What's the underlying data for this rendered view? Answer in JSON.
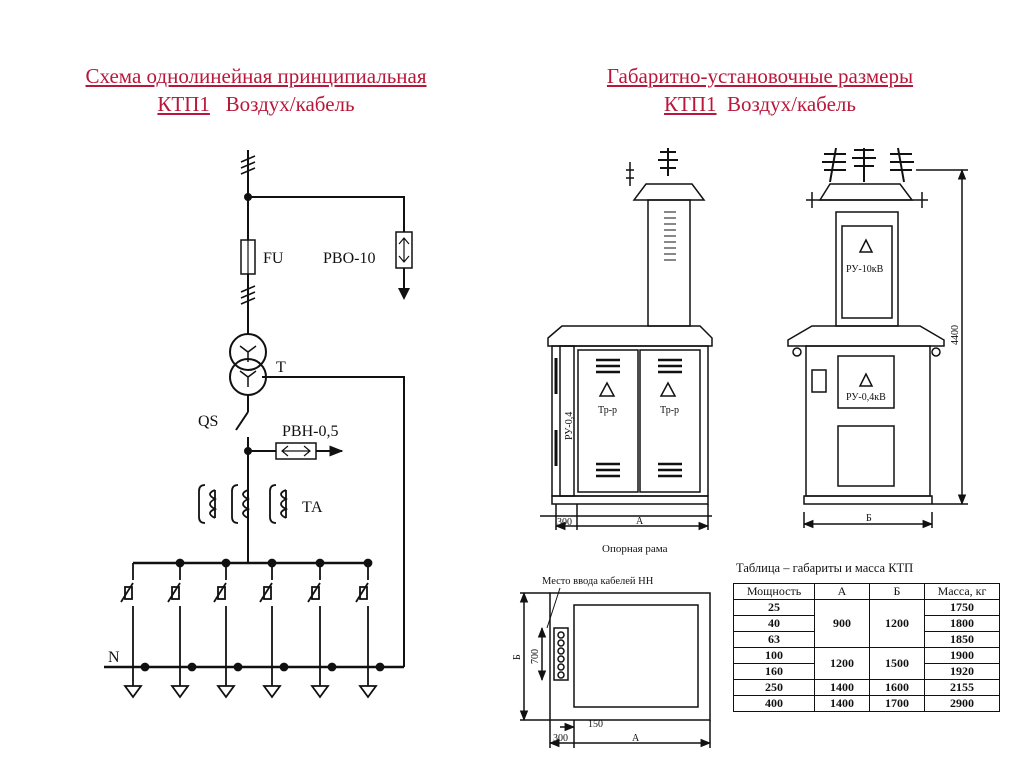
{
  "left_title": {
    "line1": "Схема однолинейная принципиальная",
    "ktp": "КТП1",
    "rest": "Воздух/кабель"
  },
  "right_title": {
    "line1": "Габаритно-установочные размеры",
    "ktp": "КТП1",
    "rest": "Воздух/кабель"
  },
  "schematic": {
    "fuse": "FU",
    "arrester_hv": "РВО-10",
    "transformer": "T",
    "switch": "QS",
    "arrester_lv": "РВН-0,5",
    "current_transformers": "ТА",
    "neutral": "N"
  },
  "drawing": {
    "ru04_label": "РУ-0,4",
    "tr_label_1": "Тр-р",
    "tr_label_2": "Тр-р",
    "ru10_label": "РУ-10кВ",
    "ru04kv_label": "РУ-0,4кВ",
    "height_dim": "4400",
    "dim_300_front": "300",
    "dim_a_front": "А",
    "dim_b_side": "Б",
    "frame_caption": "Опорная рама",
    "cable_entry": "Место ввода кабелей НН",
    "frame_b": "Б",
    "frame_700": "700",
    "frame_150": "150",
    "frame_300": "300",
    "frame_a": "А"
  },
  "table": {
    "caption": "Таблица – габариты и масса КТП",
    "headers": [
      "Мощность",
      "А",
      "Б",
      "Масса, кг"
    ],
    "rows": [
      {
        "power": "25",
        "mass": "1750"
      },
      {
        "power": "40",
        "mass": "1800"
      },
      {
        "power": "63",
        "mass": "1850"
      },
      {
        "power": "100",
        "mass": "1900"
      },
      {
        "power": "160",
        "mass": "1920"
      },
      {
        "power": "250",
        "mass": "2155"
      },
      {
        "power": "400",
        "mass": "2900"
      }
    ],
    "a_900": "900",
    "b_1200": "1200",
    "a_1200": "1200",
    "b_1500": "1500",
    "a_1400_1": "1400",
    "b_1600": "1600",
    "a_1400_2": "1400",
    "b_1700": "1700"
  }
}
